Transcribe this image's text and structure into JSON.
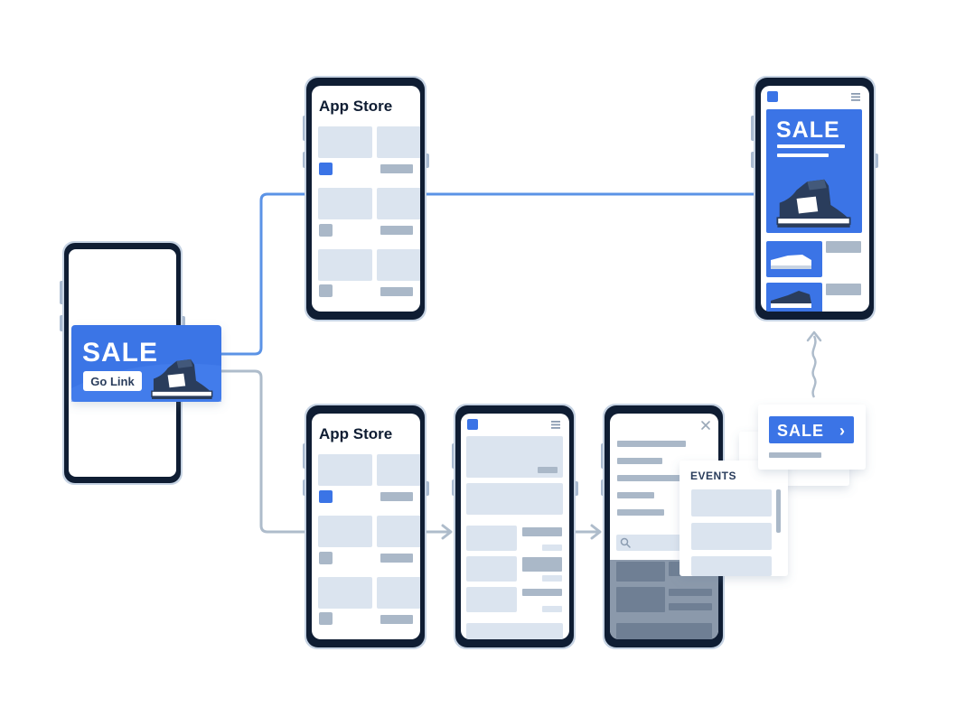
{
  "source_phone": {
    "banner_title": "SALE",
    "cta_label": "Go Link"
  },
  "app_store_top": {
    "title": "App Store"
  },
  "app_store_bottom": {
    "title": "App Store"
  },
  "sale_landing": {
    "banner_title": "SALE"
  },
  "events_panel": {
    "title": "EVENTS"
  },
  "sale_popup": {
    "label": "SALE",
    "chevron": "›"
  },
  "colors": {
    "brand_blue": "#3b74e6",
    "flow_blue": "#5b93e6",
    "flow_gray": "#aebccb",
    "phone_frame": "#0f1d33",
    "phone_border": "#a9bad0",
    "placeholder": "#dbe4ef",
    "placeholder_dark": "#aab8c8",
    "icon_navy": "#2a3d5c"
  },
  "icons": [
    "menu-icon",
    "close-icon",
    "search-icon",
    "chevron-right-icon",
    "sneaker-icon"
  ]
}
